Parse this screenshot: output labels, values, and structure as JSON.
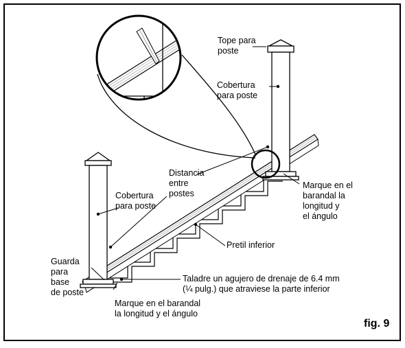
{
  "figure": {
    "label": "fig. 9",
    "labels": {
      "tope_para_poste": [
        "Tope para",
        "poste"
      ],
      "cobertura_right": [
        "Cobertura",
        "para poste"
      ],
      "distancia": [
        "Distancia",
        "entre",
        "postes"
      ],
      "cobertura_left": [
        "Cobertura",
        "para poste"
      ],
      "marque_right": [
        "Marque en el",
        "barandal la",
        "longitud y",
        "el ángulo"
      ],
      "pretil_inferior": [
        "Pretil inferior"
      ],
      "guarda": [
        "Guarda",
        "para",
        "base",
        "de poste"
      ],
      "taladre": [
        "Taladre un agujero de drenaje de 6.4 mm",
        "(¼ pulg.) que atraviese la parte inferior"
      ],
      "marque_bottom": [
        "Marque en el barandal",
        "la longitud y el ángulo"
      ]
    }
  }
}
